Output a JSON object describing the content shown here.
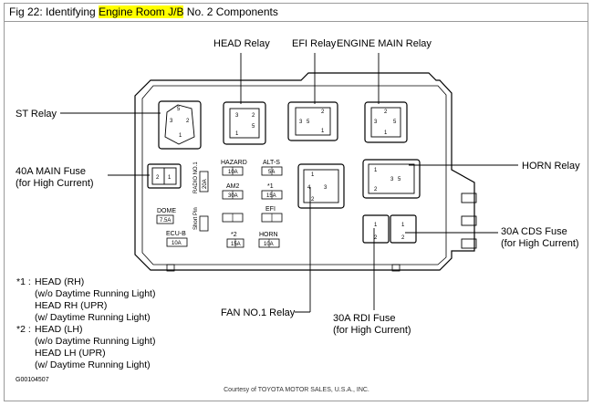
{
  "caption": {
    "prefix": "Fig 22: Identifying ",
    "highlight": "Engine Room J/B",
    "suffix": " No. 2 Components",
    "highlight_color": "#ffff00"
  },
  "callouts": {
    "head_relay": "HEAD Relay",
    "efi_relay": "EFI Relay",
    "engine_main_relay": "ENGINE MAIN Relay",
    "st_relay": "ST Relay",
    "main_fuse_line1": "40A MAIN Fuse",
    "main_fuse_line2": "(for High Current)",
    "horn_relay": "HORN Relay",
    "cds_fuse_line1": "30A CDS Fuse",
    "cds_fuse_line2": "(for High Current)",
    "fan_relay": "FAN NO.1 Relay",
    "rdi_fuse_line1": "30A RDI Fuse",
    "rdi_fuse_line2": "(for High Current)"
  },
  "fuses": {
    "hazard_label": "HAZARD",
    "hazard_amp": "10A",
    "alts_label": "ALT-S",
    "alts_amp": "5A",
    "am2_label": "AM2",
    "am2_amp": "30A",
    "plus1_label": "*1",
    "plus1_amp": "15A",
    "efi_label": "EFI",
    "dome_label": "DOME",
    "dome_amp": "7.5A",
    "plus2_label": "*2",
    "plus2_amp": "15A",
    "ecub_label": "ECU-B",
    "ecub_amp": "10A",
    "horn_label": "HORN",
    "horn_amp": "10A",
    "radio_label": "RADIO NO.1",
    "radio_amp": "20A",
    "shortpin_label": "Short Pin"
  },
  "pins": {
    "st": [
      "5",
      "3",
      "2",
      "1"
    ],
    "head": [
      "1",
      "2",
      "3",
      "5"
    ],
    "efi": [
      "2",
      "3",
      "5",
      "1"
    ],
    "engine_main": [
      "2",
      "1",
      "3",
      "5"
    ],
    "main_fuse": [
      "2",
      "1"
    ],
    "fan": [
      "1",
      "4",
      "3",
      "2"
    ],
    "horn": [
      "1",
      "3",
      "5",
      "2"
    ],
    "rdi": [
      "1",
      "2"
    ],
    "cds": [
      "1",
      "2"
    ]
  },
  "notes": {
    "n1_marker": "*1 :",
    "n1_l1": "HEAD (RH)",
    "n1_l2": "(w/o Daytime Running Light)",
    "n1_l3": "HEAD RH (UPR)",
    "n1_l4": "(w/ Daytime Running Light)",
    "n2_marker": "*2 :",
    "n2_l1": "HEAD (LH)",
    "n2_l2": "(w/o Daytime Running Light)",
    "n2_l3": "HEAD LH (UPR)",
    "n2_l4": "(w/ Daytime Running Light)"
  },
  "figure_code": "G00104507",
  "credit": "Courtesy of TOYOTA MOTOR SALES, U.S.A., INC."
}
